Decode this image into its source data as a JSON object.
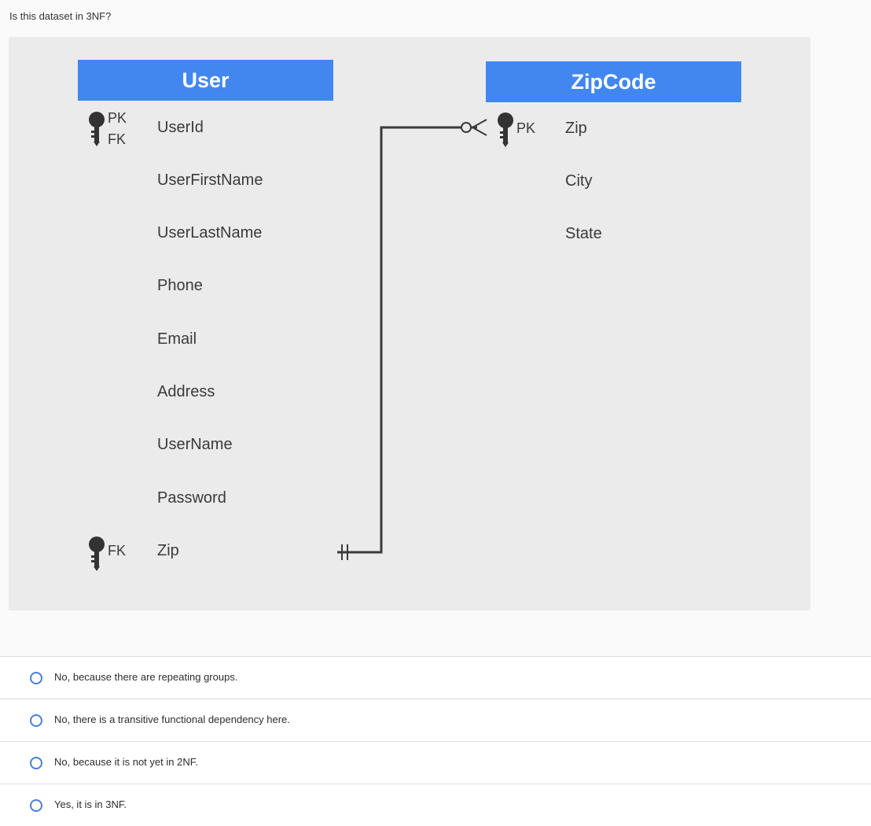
{
  "question": "Is this dataset in 3NF?",
  "icons": {
    "key": "key-icon",
    "radio": "radio-circle-icon"
  },
  "colors": {
    "header": "#4287f0",
    "diagram_bg": "#ebebeb",
    "radio": "#4a7fd4"
  },
  "diagram": {
    "user": {
      "title": "User",
      "pk_label": "PK",
      "fk_label": "FK",
      "zip_fk_label": "FK",
      "attributes": [
        "UserId",
        "UserFirstName",
        "UserLastName",
        "Phone",
        "Email",
        "Address",
        "UserName",
        "Password",
        "Zip"
      ]
    },
    "zipcode": {
      "title": "ZipCode",
      "pk_label": "PK",
      "attributes": [
        "Zip",
        "City",
        "State"
      ]
    }
  },
  "options": [
    "No, because there are repeating groups.",
    "No, there is a transitive functional dependency here.",
    "No, because it is not yet in 2NF.",
    "Yes, it is in 3NF."
  ]
}
